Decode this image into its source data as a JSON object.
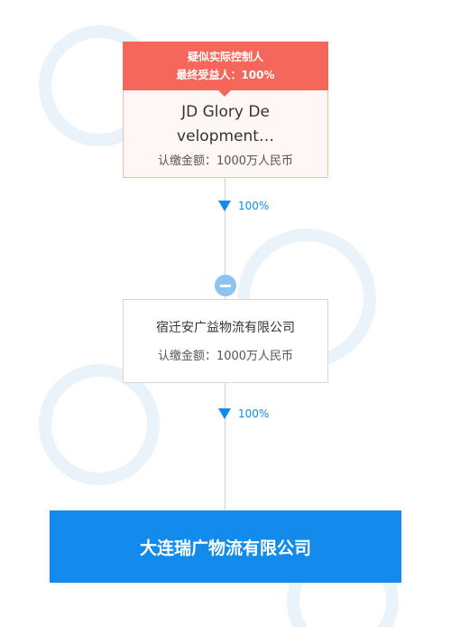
{
  "colors": {
    "controller_header": "#f4675a",
    "controller_border": "#f7b7ac",
    "controller_bg": "#fff7f6",
    "accent_blue": "#128bed",
    "toggle_blue": "#8cc3f2",
    "connector_gray": "#d0d0d0"
  },
  "controller": {
    "tag_line1": "疑似实际控制人",
    "tag_line2": "最终受益人：100%",
    "name_line1": "JD Glory De",
    "name_line2": "velopment…",
    "amount": "认缴金额：1000万人民币"
  },
  "edge1": {
    "icon": "down-arrow-icon",
    "percent": "100%"
  },
  "toggle": {
    "icon": "collapse-minus-icon"
  },
  "intermediate": {
    "name": "宿迁安广益物流有限公司",
    "amount": "认缴金额：1000万人民币"
  },
  "edge2": {
    "icon": "down-arrow-icon",
    "percent": "100%"
  },
  "target": {
    "name": "大连瑞广物流有限公司"
  }
}
